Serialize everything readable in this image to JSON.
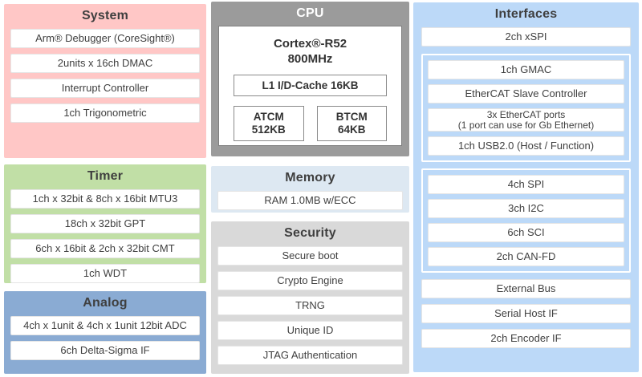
{
  "colors": {
    "system_bg": "#ffc7c6",
    "timer_bg": "#c1dfa6",
    "analog_bg": "#8aabd3",
    "cpu_bg": "#9b9b9b",
    "memory_bg": "#dde8f2",
    "security_bg": "#d9d9d9",
    "interfaces_bg": "#bcd9f8",
    "item_text": "#404040"
  },
  "diagram": {
    "system": {
      "title": "System",
      "items": [
        "Arm® Debugger (CoreSight®)",
        "2units x 16ch DMAC",
        "Interrupt Controller",
        "1ch Trigonometric"
      ]
    },
    "timer": {
      "title": "Timer",
      "items": [
        "1ch x 32bit & 8ch x 16bit MTU3",
        "18ch x 32bit GPT",
        "6ch x 16bit & 2ch x 32bit CMT",
        "1ch WDT"
      ]
    },
    "analog": {
      "title": "Analog",
      "items": [
        "4ch x 1unit & 4ch x 1unit 12bit ADC",
        "6ch Delta-Sigma IF"
      ]
    },
    "cpu": {
      "title": "CPU",
      "core": "Cortex®-R52\n800MHz",
      "cache": "L1 I/D-Cache 16KB",
      "atcm": "ATCM\n512KB",
      "btcm": "BTCM\n64KB"
    },
    "memory": {
      "title": "Memory",
      "items": [
        "RAM 1.0MB w/ECC"
      ]
    },
    "security": {
      "title": "Security",
      "items": [
        "Secure boot",
        "Crypto Engine",
        "TRNG",
        "Unique ID",
        "JTAG Authentication"
      ]
    },
    "interfaces": {
      "title": "Interfaces",
      "top_item": "2ch xSPI",
      "group1": [
        "1ch GMAC",
        "EtherCAT Slave Controller",
        "3x EtherCAT ports\n(1 port can use for Gb Ethernet)",
        "1ch USB2.0 (Host / Function)"
      ],
      "group2": [
        "4ch SPI",
        "3ch I2C",
        "6ch SCI",
        "2ch CAN-FD"
      ],
      "bottom_items": [
        "External Bus",
        "Serial Host IF",
        "2ch Encoder IF"
      ]
    }
  }
}
